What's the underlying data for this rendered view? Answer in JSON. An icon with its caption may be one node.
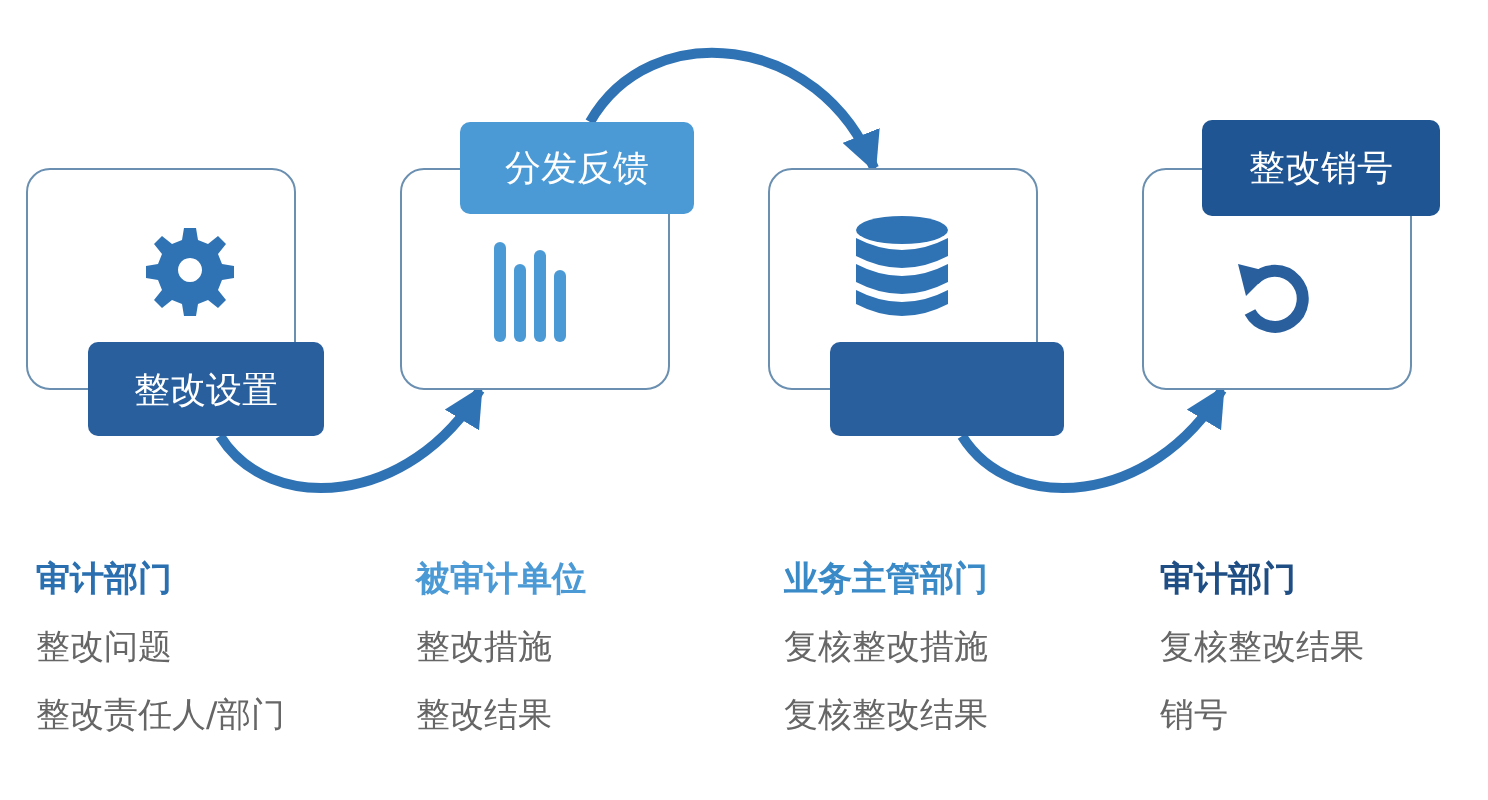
{
  "diagram": {
    "nodes": [
      {
        "text": [
          "整改设置"
        ]
      },
      {
        "text": [
          "分发反馈"
        ]
      },
      {
        "text": [],
        "shape": "box"
      },
      {
        "text": [
          "整改销号"
        ]
      }
    ],
    "edges": [
      {
        "from": 0,
        "to": 1,
        "arrow": "to"
      },
      {
        "from": 1,
        "to": 2,
        "arrow": "to"
      },
      {
        "from": 2,
        "to": 3,
        "arrow": "to"
      }
    ],
    "labels": [
      "审计部门",
      "被审计单位",
      "业务主管部门",
      "审计部门",
      "整改问题",
      "整改措施",
      "复核整改措施",
      "复核整改结果",
      "整改责任人/部门",
      "整改结果",
      "复核整改结果",
      "销号"
    ]
  }
}
